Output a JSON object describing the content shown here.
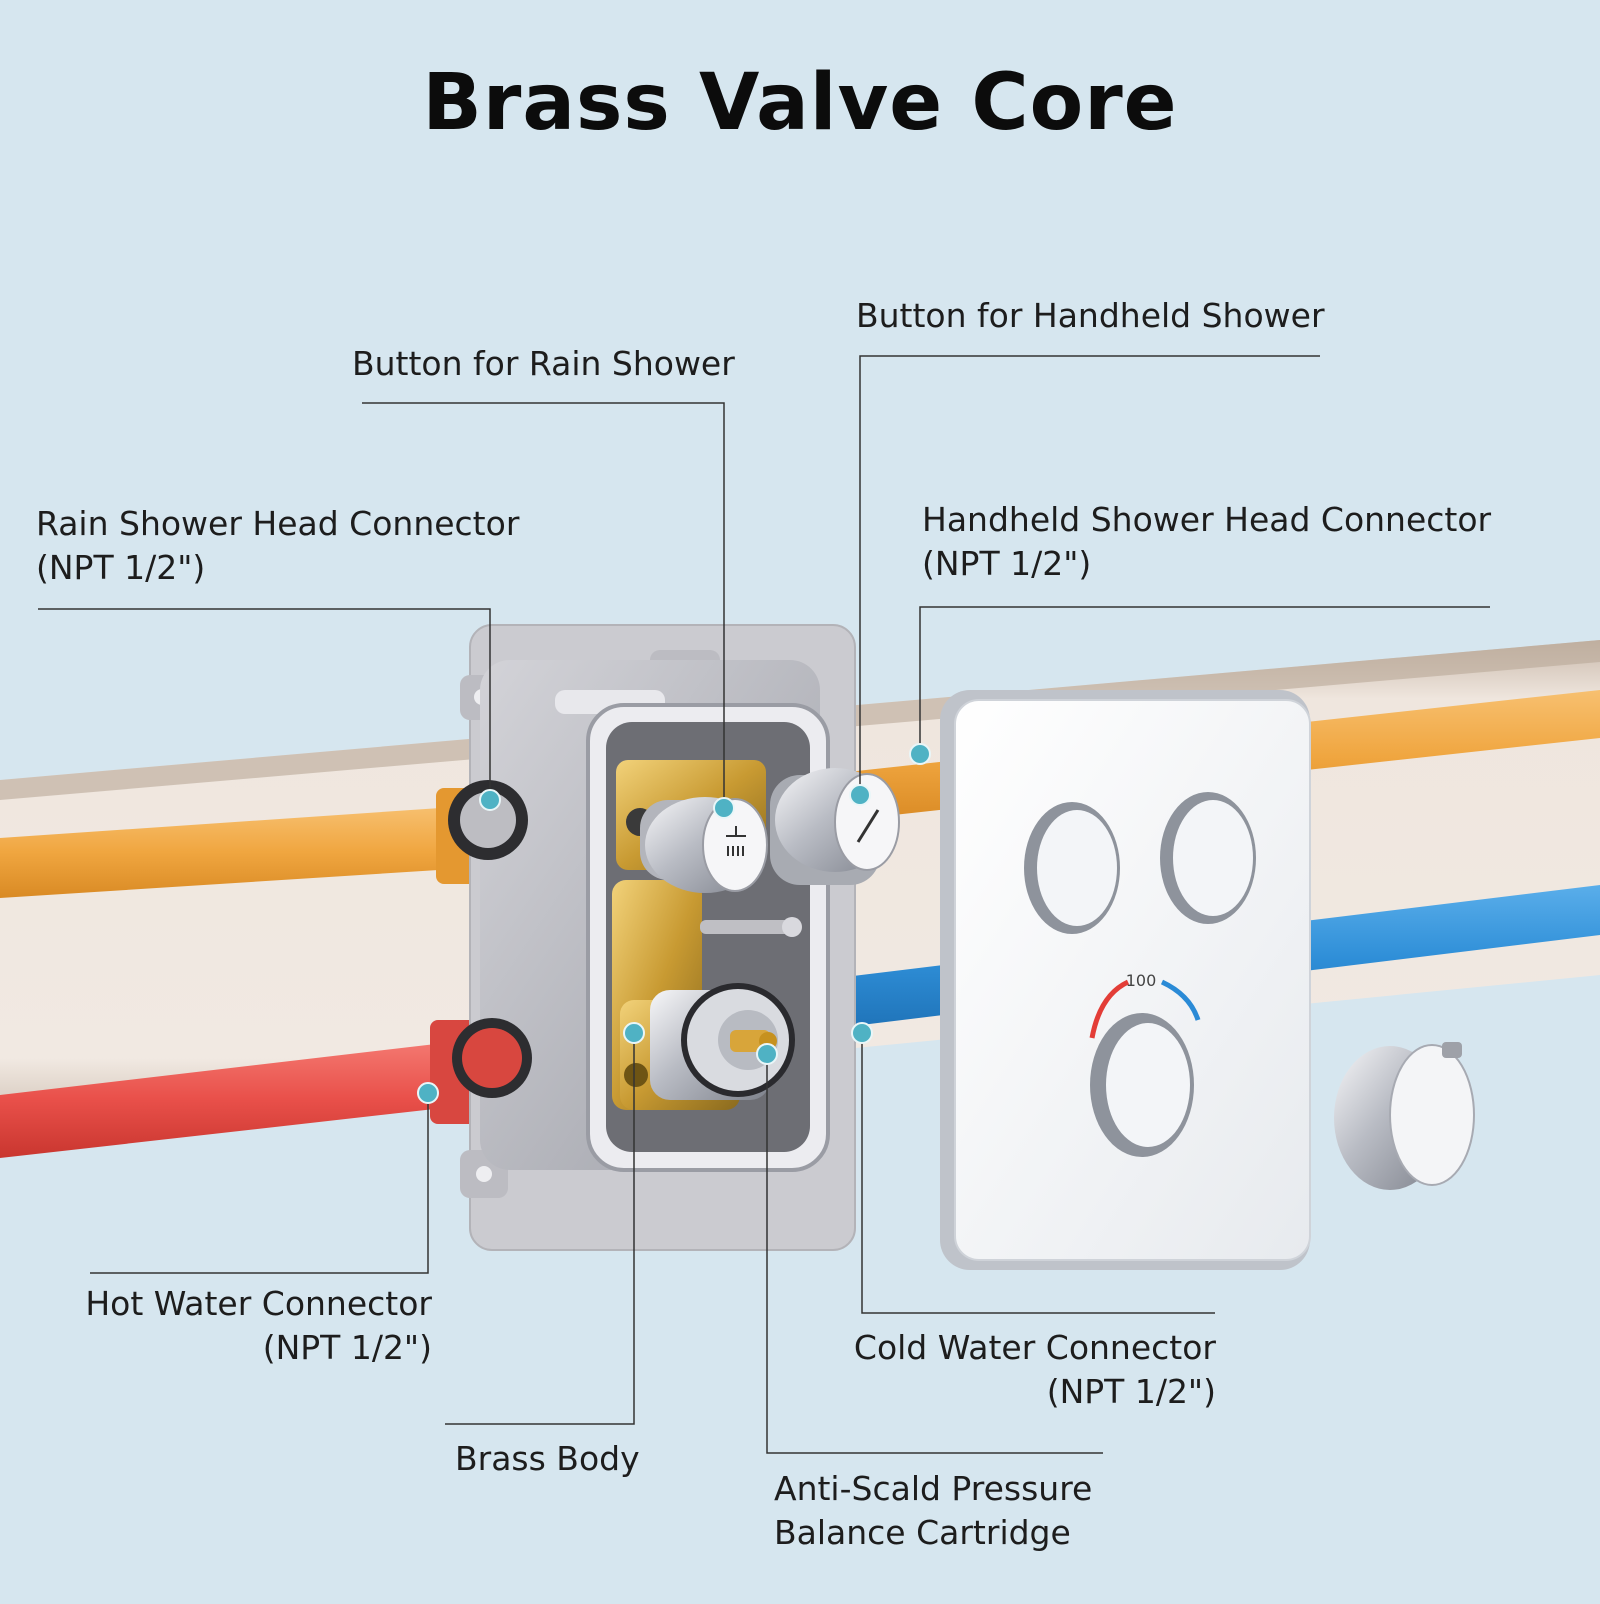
{
  "title": "Brass Valve Core",
  "colors": {
    "background": "#d6e6ef",
    "hot_pipe": "#e9504a",
    "cold_pipe": "#2f8fd8",
    "outlet_pipe": "#f0a640",
    "callout_dot": "#4fb2c4",
    "leader_line": "#333333"
  },
  "labels": {
    "rain_button": "Button for Rain Shower",
    "handheld_button": "Button for Handheld Shower",
    "rain_connector_line1": "Rain Shower Head Connector",
    "rain_connector_line2": "(NPT 1/2\")",
    "handheld_connector_line1": "Handheld Shower Head Connector",
    "handheld_connector_line2": "(NPT 1/2\")",
    "hot_line1": "Hot Water Connector",
    "hot_line2": "(NPT 1/2\")",
    "cold_line1": "Cold Water Connector",
    "cold_line2": "(NPT 1/2\")",
    "brass_body": "Brass Body",
    "cartridge_line1": "Anti-Scald Pressure",
    "cartridge_line2": "Balance Cartridge"
  },
  "trim_plate": {
    "dial_marking": "100"
  }
}
